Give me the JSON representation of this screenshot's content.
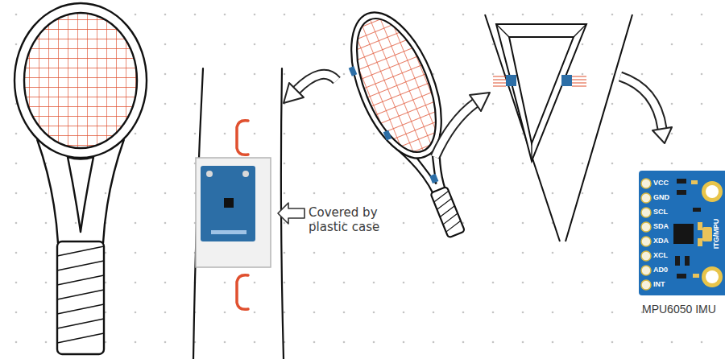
{
  "diagram": {
    "labels": [
      "Covered by plastic case",
      "VCC",
      "GND",
      "SCL",
      "SDA",
      "XDA",
      "XCL",
      "AD0",
      "INT",
      "ITG/MPU",
      "MPU6050 IMU"
    ]
  }
}
